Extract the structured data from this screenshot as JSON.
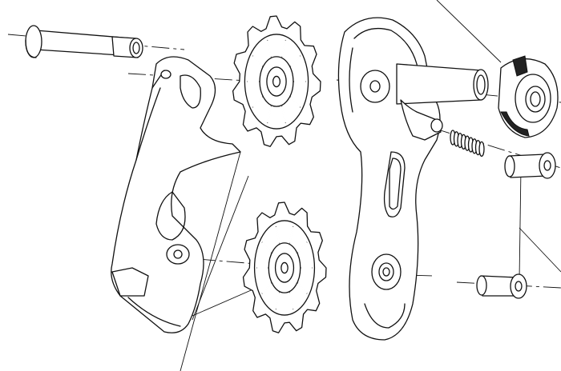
{
  "diagram": {
    "type": "exploded-view line drawing",
    "colors": {
      "line": "#111111",
      "background": "#ffffff"
    },
    "parts": [
      "pivot-bolt",
      "inner-cage-plate",
      "upper-pulley",
      "lower-pulley",
      "outer-cage-plate",
      "tension-spring",
      "pivot-nut",
      "upper-bushing",
      "lower-bushing"
    ]
  }
}
